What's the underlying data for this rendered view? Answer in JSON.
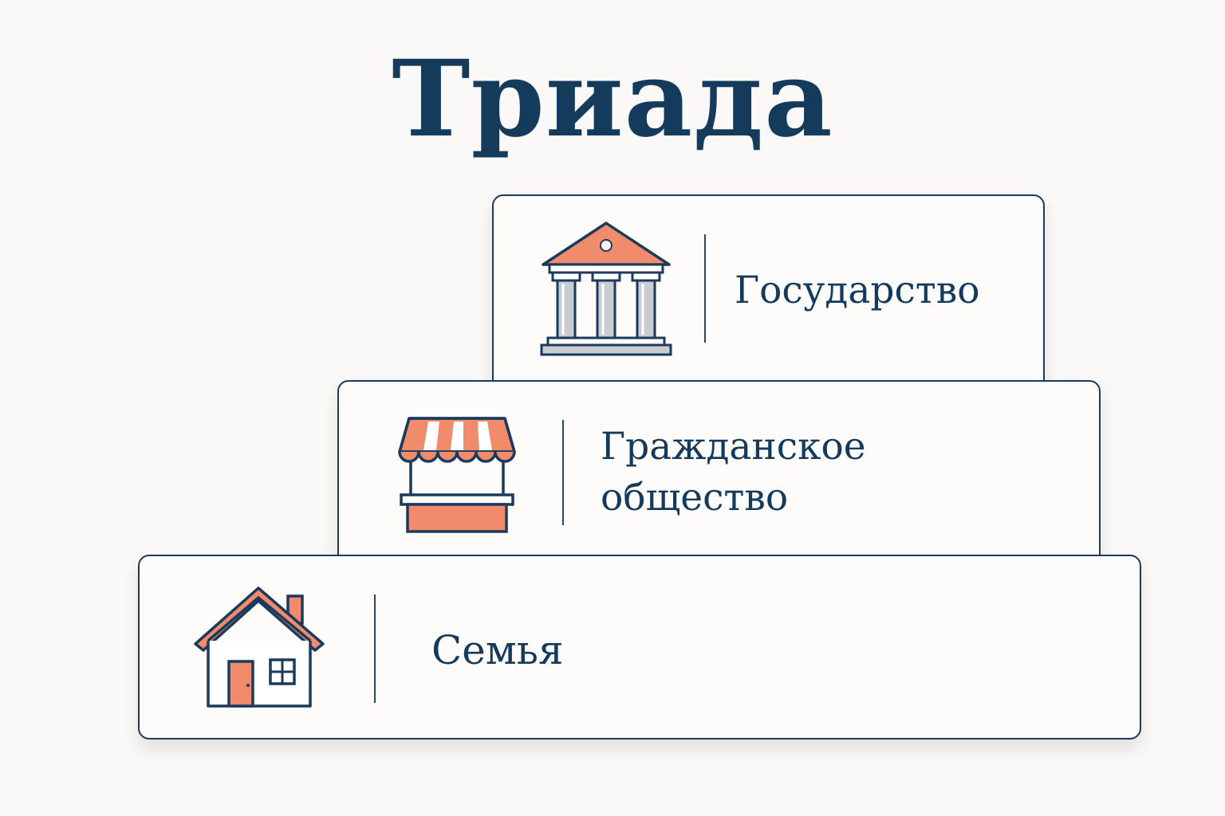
{
  "title": "Триада",
  "levels": [
    {
      "label": "Государство",
      "icon": "government-building-icon"
    },
    {
      "label": "Гражданское общество",
      "icon": "market-stall-icon"
    },
    {
      "label": "Семья",
      "icon": "house-icon"
    }
  ],
  "colors": {
    "navy": "#143a5c",
    "accent": "#f08c6c",
    "background": "#fbf9f7"
  }
}
